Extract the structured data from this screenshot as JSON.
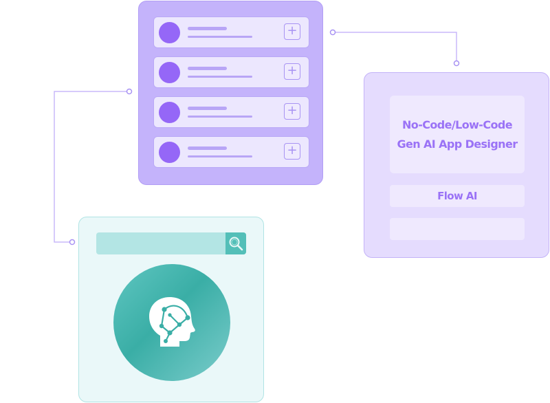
{
  "list_panel": {
    "items": [
      {
        "action_icon": "plus-icon",
        "action_glyph": "+"
      },
      {
        "action_icon": "plus-icon",
        "action_glyph": "+"
      },
      {
        "action_icon": "plus-icon",
        "action_glyph": "+"
      },
      {
        "action_icon": "plus-icon",
        "action_glyph": "+"
      }
    ]
  },
  "designer": {
    "title_line1": "No-Code/Low-Code",
    "title_line2": "Gen AI App Designer",
    "flow_label": "Flow AI"
  },
  "search": {
    "icon": "search-icon"
  },
  "bot": {
    "icon": "ai-head-icon"
  },
  "colors": {
    "purple_accent": "#9567f7",
    "purple_panel": "#c4b3fb",
    "lavender_panel": "#e5dcfe",
    "text_purple": "#9a72f6",
    "teal_accent": "#3aaea6",
    "teal_panel": "#eaf8f9"
  }
}
